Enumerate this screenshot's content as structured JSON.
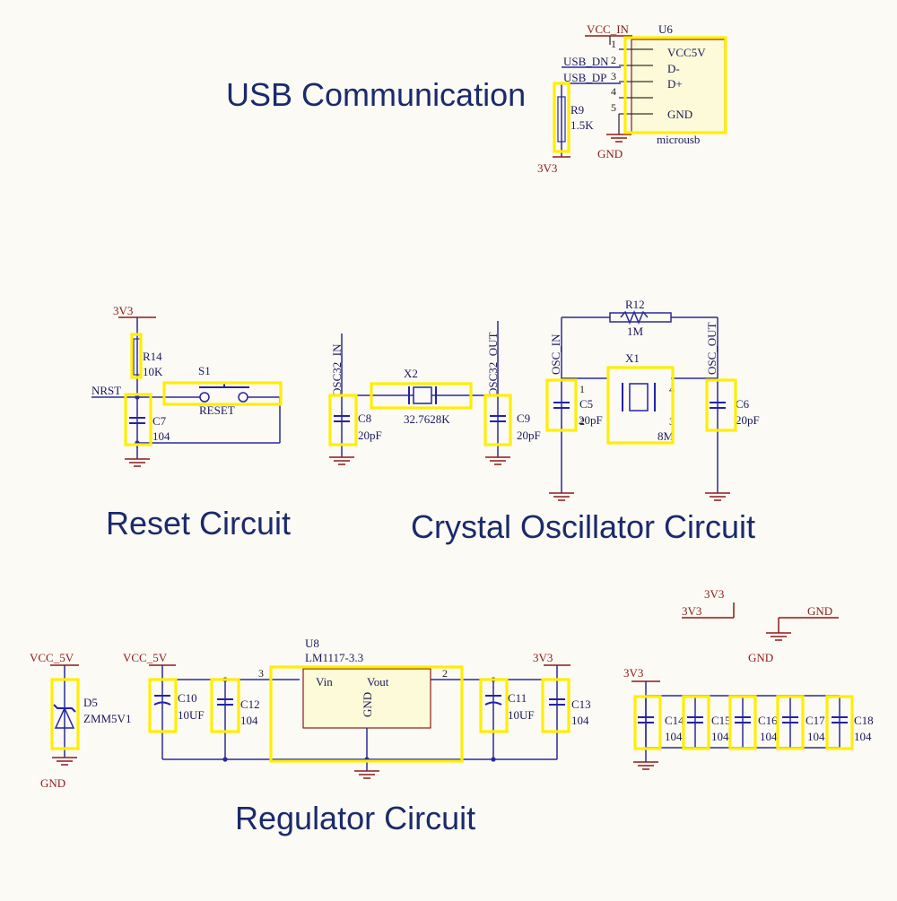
{
  "titles": {
    "usb": "USB Communication",
    "reset": "Reset Circuit",
    "crystal": "Crystal Oscillator Circuit",
    "regulator": "Regulator Circuit"
  },
  "usb": {
    "vcc_in": "VCC_IN",
    "u6_ref": "U6",
    "pins": [
      "1",
      "2",
      "3",
      "4",
      "5"
    ],
    "pin_names": [
      "VCC5V",
      "D-",
      "D+",
      "GND"
    ],
    "usb_dn": "USB_DN",
    "usb_dp": "USB_DP",
    "r9_ref": "R9",
    "r9_val": "1.5K",
    "gnd": "GND",
    "v3": "3V3",
    "part": "microusb"
  },
  "reset": {
    "v3": "3V3",
    "r14_ref": "R14",
    "r14_val": "10K",
    "s1_ref": "S1",
    "nrst": "NRST",
    "reset_label": "RESET",
    "c7_ref": "C7",
    "c7_val": "104"
  },
  "crystal": {
    "osc32_in": "OSC32_IN",
    "osc32_out": "OSC32_OUT",
    "x2_ref": "X2",
    "x2_val": "32.7628K",
    "c8_ref": "C8",
    "c8_val": "20pF",
    "c9_ref": "C9",
    "c9_val": "20pF",
    "r12_ref": "R12",
    "r12_val": "1M",
    "osc_in": "OSC_IN",
    "osc_out": "OSC_OUT",
    "x1_ref": "X1",
    "x1_val": "8M",
    "x1_pins": [
      "1",
      "2",
      "3",
      "4"
    ],
    "c5_ref": "C5",
    "c5_val": "20pF",
    "c6_ref": "C6",
    "c6_val": "20pF"
  },
  "regulator": {
    "vcc5v_a": "VCC_5V",
    "vcc5v_b": "VCC_5V",
    "d5_ref": "D5",
    "d5_val": "ZMM5V1",
    "gnd": "GND",
    "c10_ref": "C10",
    "c10_val": "10UF",
    "c12_ref": "C12",
    "c12_val": "104",
    "u8_ref": "U8",
    "u8_val": "LM1117-3.3",
    "vin": "Vin",
    "vout": "Vout",
    "gnd_pin": "GND",
    "pin3": "3",
    "pin2": "2",
    "v3": "3V3",
    "c11_ref": "C11",
    "c11_val": "10UF",
    "c13_ref": "C13",
    "c13_val": "104"
  },
  "decoupling": {
    "v3_top": "3V3",
    "v3_left": "3V3",
    "gnd_right": "GND",
    "gnd_below": "GND",
    "v3_bank": "3V3",
    "refs": [
      "C14",
      "C15",
      "C16",
      "C17",
      "C18"
    ],
    "vals": [
      "104",
      "104",
      "104",
      "104",
      "104"
    ]
  }
}
